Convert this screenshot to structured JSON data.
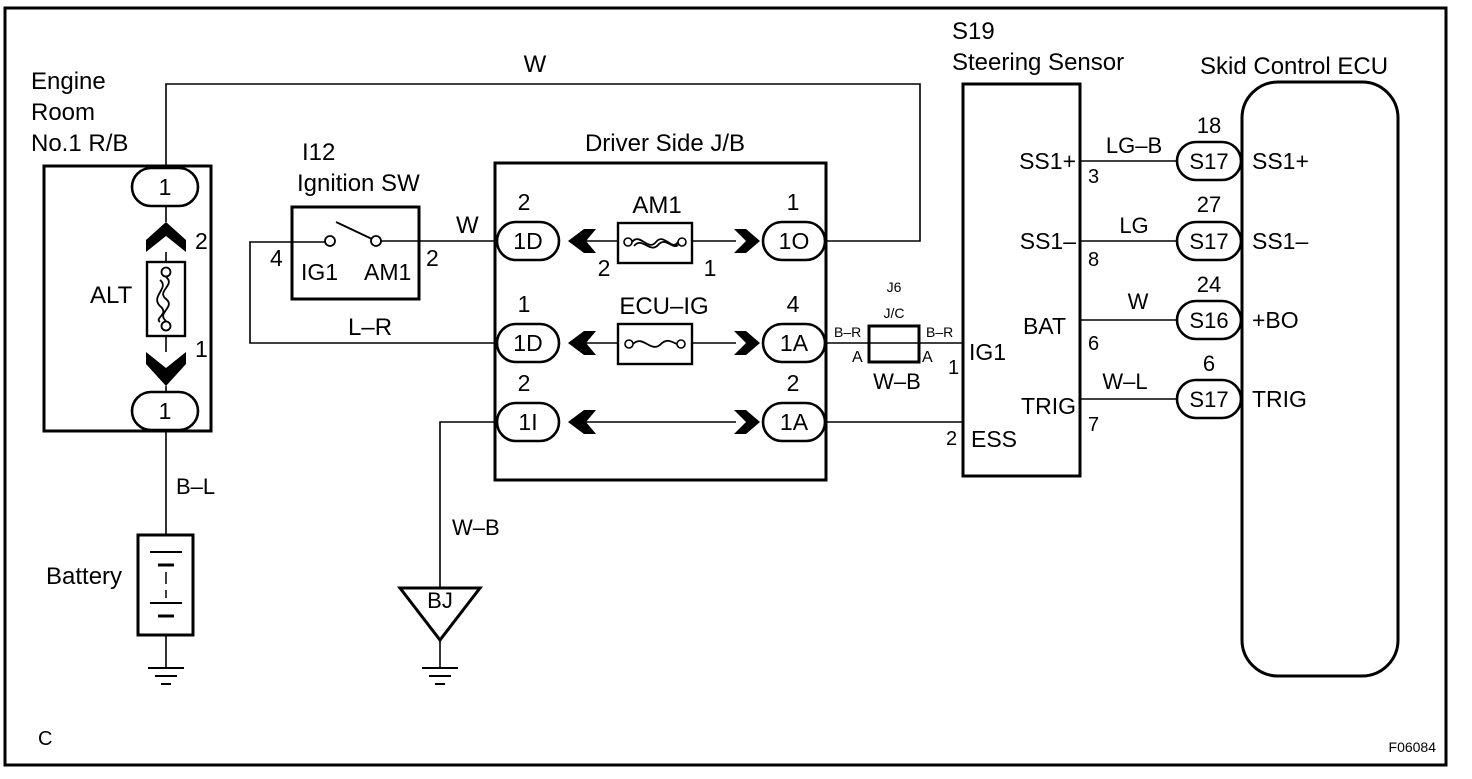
{
  "engine_room_rb": {
    "title_line1": "Engine",
    "title_line2": "Room",
    "title_line3": "No.1 R/B",
    "top_connector": "1",
    "bottom_connector": "1",
    "fuse": "ALT",
    "pin_top": "2",
    "pin_bottom": "1"
  },
  "battery": {
    "label": "Battery",
    "wire_color": "B–L"
  },
  "top_wire": {
    "color": "W"
  },
  "ignition_switch": {
    "code": "I12",
    "name": "Ignition SW",
    "terminal_left": "IG1",
    "terminal_right": "AM1",
    "pin_left": "4",
    "pin_right": "2",
    "out_wire": "W",
    "loop_wire": "L–R"
  },
  "driver_jb": {
    "title": "Driver Side J/B",
    "rows": [
      {
        "pin_left": "2",
        "conn_left": "1D",
        "fuse": "AM1",
        "fuse_pin_left": "2",
        "fuse_pin_right": "1",
        "pin_right": "1",
        "conn_right": "1O"
      },
      {
        "pin_left": "1",
        "conn_left": "1D",
        "fuse": "ECU–IG",
        "pin_right": "4",
        "conn_right": "1A"
      },
      {
        "pin_left": "2",
        "conn_left": "1I",
        "pin_right": "2",
        "conn_right": "1A"
      }
    ]
  },
  "ground_bj": {
    "label": "BJ",
    "wire_color": "W–B"
  },
  "junction_j6": {
    "code": "J6",
    "type": "J/C",
    "left_color": "B–R",
    "right_color": "B–R",
    "left_pin": "A",
    "right_pin": "A",
    "bottom_color": "W–B"
  },
  "steering_sensor": {
    "code": "S19",
    "name": "Steering Sensor",
    "terminals": [
      {
        "label": "SS1+",
        "pin": "3"
      },
      {
        "label": "SS1–",
        "pin": "8"
      },
      {
        "label": "BAT",
        "pin": "6"
      },
      {
        "label": "IG1",
        "pin": "1"
      },
      {
        "label": "TRIG",
        "pin": "7"
      },
      {
        "label": "ESS",
        "pin": "2"
      }
    ]
  },
  "skid_ecu": {
    "title": "Skid Control ECU",
    "lines": [
      {
        "wire": "LG–B",
        "pin": "18",
        "connector": "S17",
        "signal": "SS1+"
      },
      {
        "wire": "LG",
        "pin": "27",
        "connector": "S17",
        "signal": "SS1–"
      },
      {
        "wire": "W",
        "pin": "24",
        "connector": "S16",
        "signal": "+BO"
      },
      {
        "wire": "W–L",
        "pin": "6",
        "connector": "S17",
        "signal": "TRIG"
      }
    ]
  },
  "corner_label": "C",
  "figure_code": "F06084"
}
